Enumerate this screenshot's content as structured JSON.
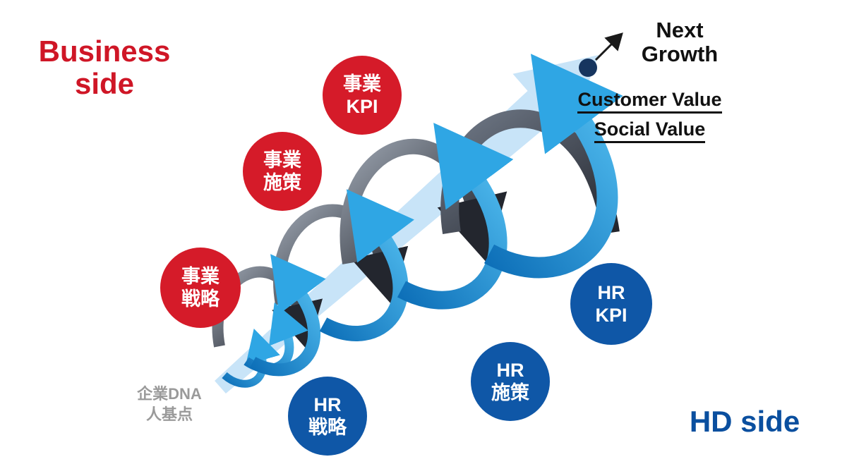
{
  "diagram": {
    "business_side_label": "Business\nside",
    "hd_side_label": "HD side",
    "next_growth_label": "Next\nGrowth",
    "customer_value_label": "Customer Value",
    "social_value_label": "Social Value",
    "origin_label": "企業DNA\n人基点",
    "nodes": {
      "business_strategy": {
        "label": "事業\n戦略"
      },
      "business_measures": {
        "label": "事業\n施策"
      },
      "business_kpi": {
        "label": "事業\nKPI"
      },
      "hr_strategy": {
        "label": "HR\n戦略"
      },
      "hr_measures": {
        "label": "HR\n施策"
      },
      "hr_kpi": {
        "label": "HR\nKPI"
      }
    },
    "colors": {
      "business_red": "#d51b29",
      "hr_blue": "#0f57a7",
      "arrow_light_blue": "#c8e4f8",
      "spiral_dark": "#23262e",
      "spiral_blue": "#2196dc",
      "endpoint_navy": "#16355f",
      "origin_gray": "#9a9a9a",
      "business_label_red": "#cf1626",
      "hd_label_blue": "#0a4f9f"
    }
  }
}
